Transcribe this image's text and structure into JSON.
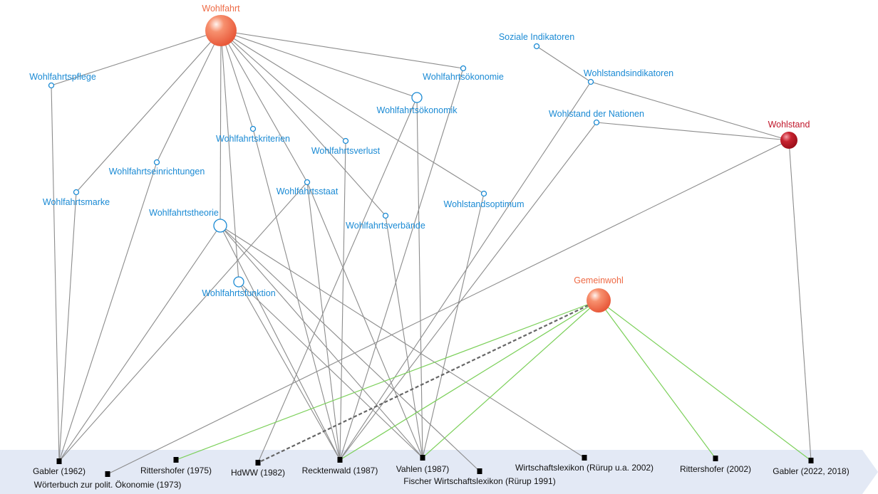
{
  "colors": {
    "concept": "#1a8ad4",
    "wohlfahrt": "#ee6a45",
    "wohlstand": "#c0162a",
    "gemeinwohl_edge": "#7cd05a",
    "edge": "#8c8c8c",
    "timeline": "#e3e9f5"
  },
  "nodes": {
    "wohlfahrt": "Wohlfahrt",
    "wohlstand": "Wohlstand",
    "gemeinwohl": "Gemeinwohl",
    "pflege": "Wohlfahrtspflege",
    "oekonomie": "Wohlfahrtsökonomie",
    "oekonomik": "Wohlfahrtsökonomik",
    "kriterien": "Wohlfahrtskriterien",
    "verlust": "Wohlfahrtsverlust",
    "einrichtungen": "Wohlfahrtseinrichtungen",
    "staat": "Wohlfahrtsstaat",
    "marke": "Wohlfahrtsmarke",
    "optimum": "Wohlstandsoptimum",
    "verbaende": "Wohlfahrtsverbände",
    "theorie": "Wohlfahrtstheorie",
    "funktion": "Wohlfahrtsfunktion",
    "sozind": "Soziale Indikatoren",
    "wsind": "Wohlstandsindikatoren",
    "nationen": "Wohlstand der Nationen",
    "gabler1962": "Gabler (1962)",
    "woerterbuch1973": "Wörterbuch zur polit. Ökonomie (1973)",
    "ritter1975": "Rittershofer (1975)",
    "hdww1982": "HdWW (1982)",
    "reckten1987": "Recktenwald (1987)",
    "vahlen1987": "Vahlen (1987)",
    "fischer1991": "Fischer Wirtschaftslexikon (Rürup 1991)",
    "wlex2002": "Wirtschaftslexikon (Rürup u.a. 2002)",
    "ritter2002": "Rittershofer (2002)",
    "gabler2022": "Gabler (2022, 2018)"
  },
  "edges": [
    [
      "wohlfahrt",
      "pflege"
    ],
    [
      "wohlfahrt",
      "oekonomie"
    ],
    [
      "wohlfahrt",
      "oekonomik"
    ],
    [
      "wohlfahrt",
      "kriterien"
    ],
    [
      "wohlfahrt",
      "verlust"
    ],
    [
      "wohlfahrt",
      "einrichtungen"
    ],
    [
      "wohlfahrt",
      "staat"
    ],
    [
      "wohlfahrt",
      "marke"
    ],
    [
      "wohlfahrt",
      "optimum"
    ],
    [
      "wohlfahrt",
      "verbaende"
    ],
    [
      "wohlfahrt",
      "theorie"
    ],
    [
      "wohlfahrt",
      "funktion"
    ],
    [
      "pflege",
      "gabler1962"
    ],
    [
      "marke",
      "gabler1962"
    ],
    [
      "einrichtungen",
      "gabler1962"
    ],
    [
      "theorie",
      "gabler1962"
    ],
    [
      "staat",
      "gabler1962"
    ],
    [
      "theorie",
      "reckten1987"
    ],
    [
      "theorie",
      "vahlen1987"
    ],
    [
      "theorie",
      "fischer1991"
    ],
    [
      "theorie",
      "wlex2002"
    ],
    [
      "staat",
      "reckten1987"
    ],
    [
      "staat",
      "vahlen1987"
    ],
    [
      "kriterien",
      "reckten1987"
    ],
    [
      "funktion",
      "reckten1987"
    ],
    [
      "funktion",
      "vahlen1987"
    ],
    [
      "verlust",
      "reckten1987"
    ],
    [
      "verbaende",
      "vahlen1987"
    ],
    [
      "oekonomik",
      "hdww1982"
    ],
    [
      "oekonomik",
      "vahlen1987"
    ],
    [
      "oekonomie",
      "reckten1987"
    ],
    [
      "optimum",
      "vahlen1987"
    ],
    [
      "sozind",
      "wsind"
    ],
    [
      "wsind",
      "wohlstand"
    ],
    [
      "wsind",
      "reckten1987"
    ],
    [
      "nationen",
      "wohlstand"
    ],
    [
      "nationen",
      "reckten1987"
    ],
    [
      "wohlstand",
      "woerterbuch1973"
    ],
    [
      "wohlstand",
      "gabler2022"
    ]
  ],
  "green_edges": [
    [
      "gemeinwohl",
      "ritter1975"
    ],
    [
      "gemeinwohl",
      "reckten1987"
    ],
    [
      "gemeinwohl",
      "vahlen1987"
    ],
    [
      "gemeinwohl",
      "ritter2002"
    ],
    [
      "gemeinwohl",
      "gabler2022"
    ]
  ],
  "dashed_edges": [
    [
      "gemeinwohl",
      "hdww1982"
    ]
  ]
}
